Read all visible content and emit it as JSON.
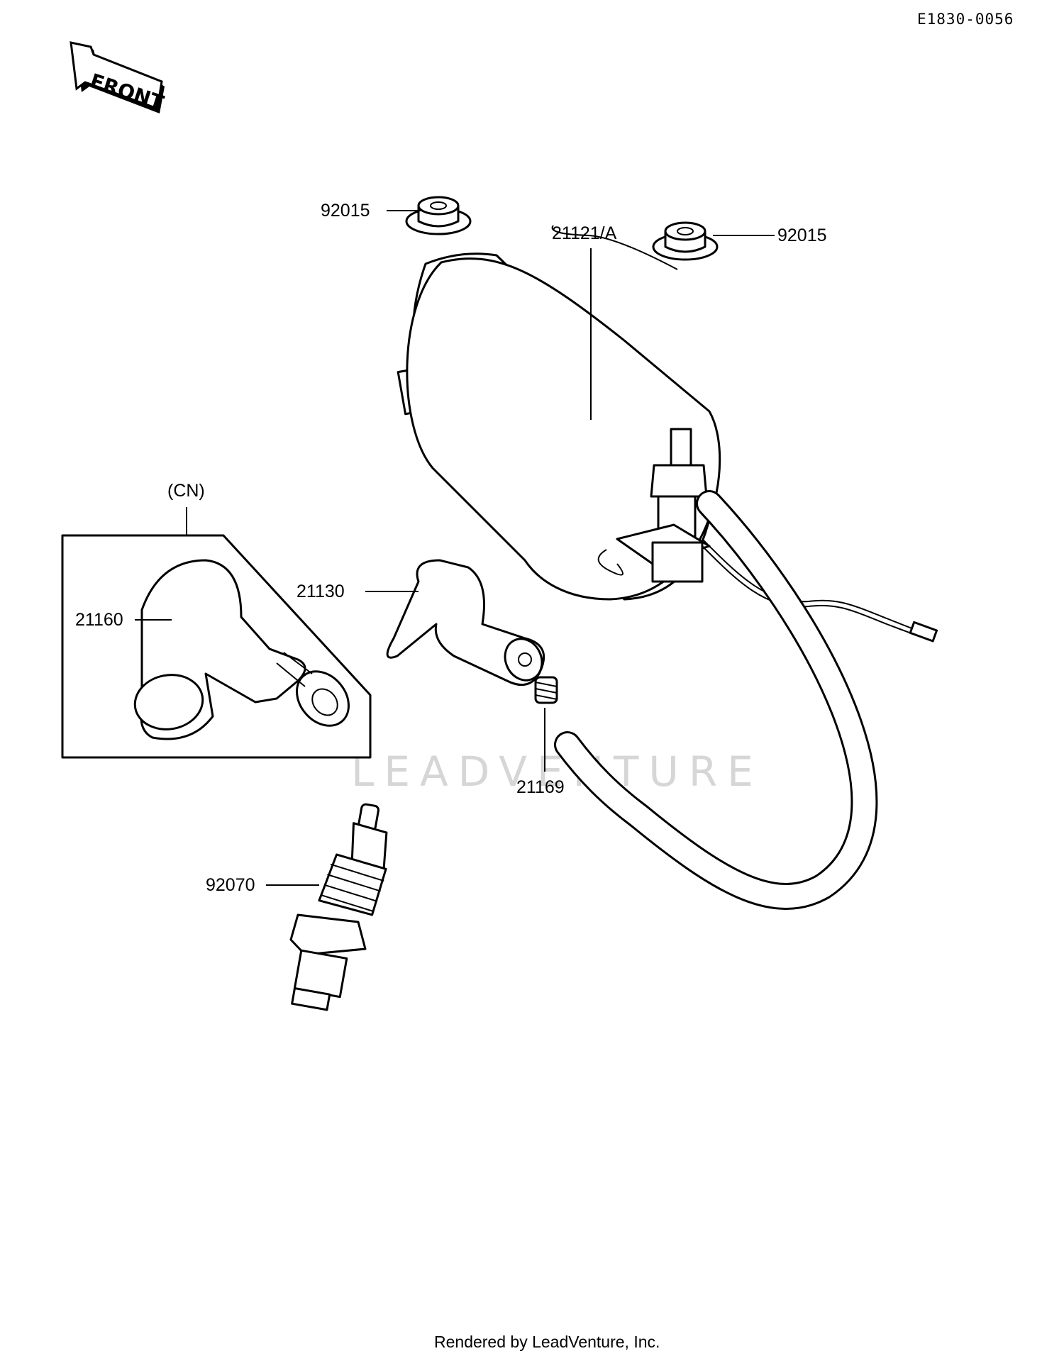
{
  "diagram": {
    "ref_code": "E1830-0056",
    "front_label": "FRONT",
    "watermark": "LEADVENTURE",
    "footer": "Rendered by LeadVenture, Inc.",
    "parts": [
      {
        "id": "nut-top",
        "label": "92015"
      },
      {
        "id": "nut-right",
        "label": "92015"
      },
      {
        "id": "ignition-coil",
        "label": "21121/A"
      },
      {
        "id": "variant",
        "label": "(CN)"
      },
      {
        "id": "plug-cap-cn",
        "label": "21160"
      },
      {
        "id": "plug-cap",
        "label": "21130"
      },
      {
        "id": "spring",
        "label": "21169"
      },
      {
        "id": "spark-plug",
        "label": "92070"
      }
    ]
  }
}
